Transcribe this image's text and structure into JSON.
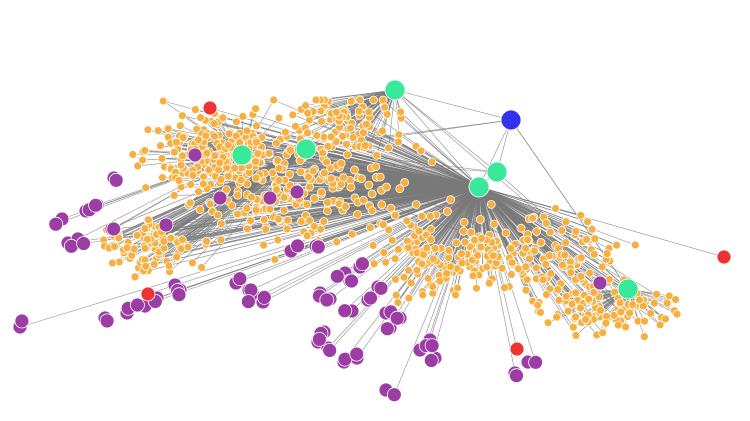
{
  "graph": {
    "node_colors": {
      "hub": "#3ae89a",
      "broker": "#3333ee",
      "red": "#ee3333",
      "orange": "#f5b041",
      "purple": "#9b3da3"
    },
    "edge_color": "#7a7a7a",
    "hub_count": 6,
    "broker_count": 1,
    "red_node_count": 4,
    "orange_node_count": 900,
    "purple_node_count": 90
  }
}
